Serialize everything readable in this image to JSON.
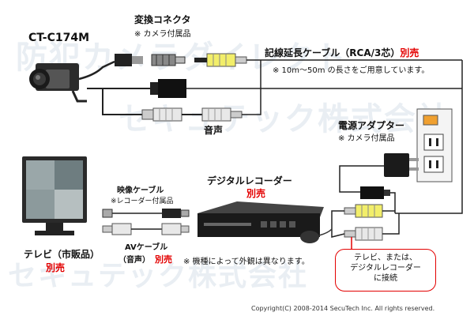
{
  "watermark": {
    "line1": "防犯カメラダイレクト",
    "line2": "セキュテック株式会社"
  },
  "camera": {
    "model": "CT-C174M"
  },
  "converter": {
    "title": "変換コネクタ",
    "note": "※ カメラ付属品"
  },
  "extension_cable": {
    "title": "記線延長ケーブル（RCA/3芯）",
    "sold_separately": "別売",
    "note": "※ 10m〜50m の長さをご用意しています。"
  },
  "audio": {
    "label": "音声"
  },
  "power_adapter": {
    "title": "電源アダプター",
    "note": "※ カメラ付属品"
  },
  "recorder": {
    "title": "デジタルレコーダー",
    "sold_separately": "別売"
  },
  "video_cable": {
    "title": "映像ケーブル",
    "note": "※レコーダー付属品"
  },
  "av_cable": {
    "title": "AVケーブル",
    "sub": "（音声）",
    "sold_separately": "別売"
  },
  "tv": {
    "title": "テレビ（市販品）",
    "sold_separately": "別売"
  },
  "appearance_note": "※ 機種によって外観は異なります。",
  "callout": {
    "line1": "テレビ、または、",
    "line2": "デジタルレコーダー",
    "line3": "に接続"
  },
  "copyright": "Copyright(C) 2008-2014 SecuTech Inc. All rights reserved.",
  "colors": {
    "sold_separately": "#e30000",
    "rca_video": "#f2ee6a",
    "rca_audio": "#e8e8e8",
    "outlet": "#f0a030"
  }
}
